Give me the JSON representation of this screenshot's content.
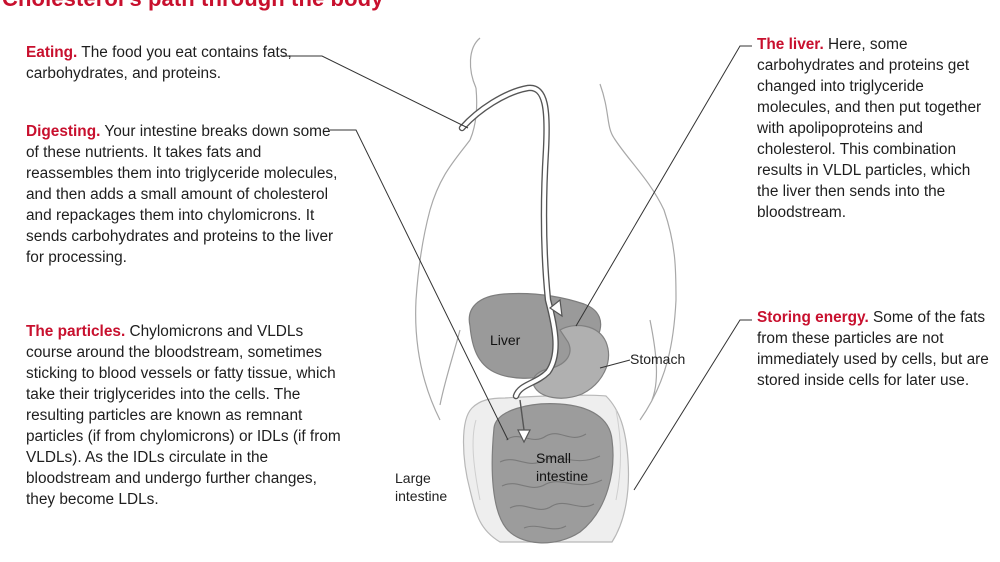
{
  "title": "Cholesterol's path through the body",
  "blocks": {
    "eating": {
      "heading": "Eating.",
      "text": " The food you eat contains fats, carbohydrates, and proteins."
    },
    "digesting": {
      "heading": "Digesting.",
      "text": " Your intestine breaks down some of these nutrients. It takes fats and reassembles them into triglyceride molecules, and then adds a small amount of cholesterol and repackages them into chylomicrons. It sends carbohydrates and proteins to the liver for processing."
    },
    "particles": {
      "heading": "The particles.",
      "text": " Chylomicrons and VLDLs course around the bloodstream, sometimes sticking to blood vessels or fatty tissue, which take their triglycerides into the cells. The resulting particles are known as remnant particles (if from chylomicrons) or IDLs (if from VLDLs). As the IDLs circulate in the bloodstream and undergo further changes, they become LDLs."
    },
    "liver": {
      "heading": "The liver.",
      "text": " Here, some carbohydrates and proteins get changed into triglyceride molecules, and then put together with apolipoproteins and cholesterol. This combination results in VLDL particles, which the liver then sends into the bloodstream."
    },
    "storing": {
      "heading": "Storing energy.",
      "text": " Some of the fats from these particles are not immediately used by cells, but are stored inside cells for later use."
    }
  },
  "organ_labels": {
    "liver": "Liver",
    "stomach": "Stomach",
    "small_intestine_1": "Small",
    "small_intestine_2": "intestine",
    "large_intestine_1": "Large",
    "large_intestine_2": "intestine"
  },
  "colors": {
    "accent": "#c8102e",
    "organ_gray": "#9a9a9a",
    "outline_gray": "#8a8a8a"
  }
}
